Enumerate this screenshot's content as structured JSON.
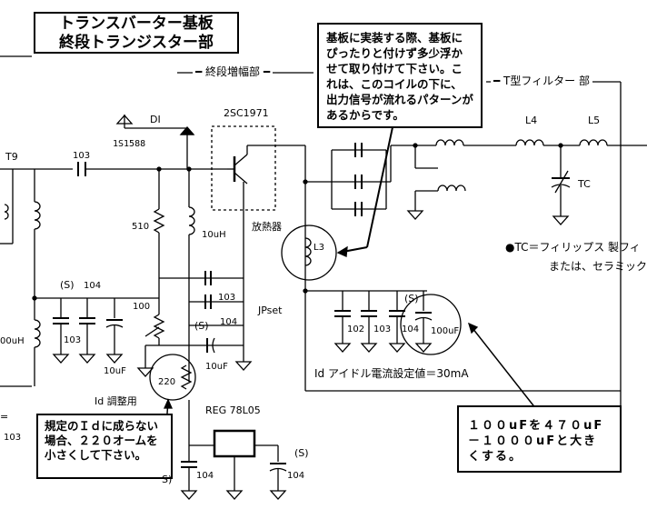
{
  "title": {
    "line1": "トランスバーター基板",
    "line2": "終段トランジスター部"
  },
  "sections": {
    "final_amp": "━ 終段増幅部 ━",
    "filter": "━ T型フィルター 部"
  },
  "notes": {
    "heatsink_coil": "基板に実装する際、基板にぴったりと付けず多少浮かせて取り付けて下さい。これは、このコイルの下に、出力信号が流れるパターンがあるからです。",
    "id_adjust": "規定のＩｄに成らない場合、２２０オームを小さくして下さい。",
    "capacitor": "１００uFを４７０uF－１０００uFと大きくする。"
  },
  "labels": {
    "di": "DI",
    "diode_part": "1S1588",
    "transistor": "2SC1971",
    "t9": "T9",
    "c103_top": "103",
    "r510": "510",
    "l10uh": "10uH",
    "s104": "(S)",
    "c104_a": "104",
    "c103_a": "103",
    "c103_mid": "103",
    "r100": "100",
    "s_mid": "(S)",
    "c104_mid": "104",
    "c10uf_a": "10uF",
    "c10uf_b": "10uF",
    "r220": "220",
    "id_adjust": "Id  調整用",
    "l_left": "00uH",
    "c103_left": "103",
    "left_eq": "=",
    "jpset": "JPset",
    "heatsink": "放熱器",
    "l3": "L3",
    "l4": "L4",
    "l5": "L5",
    "tc": "TC",
    "tc_note1": "●TC＝フィリップス 製フィ",
    "tc_note2": "または、セラミック",
    "c102": "102",
    "c103_b": "103",
    "c104_b": "104",
    "s_right": "(S)",
    "c100uf": "100uF",
    "idle": "Id  アイドル電流設定値＝30mA",
    "reg": "REG 78L05",
    "c104_reg1": "104",
    "s_reg": "(S)",
    "c104_reg2": "104",
    "s_bottom": "S)"
  }
}
